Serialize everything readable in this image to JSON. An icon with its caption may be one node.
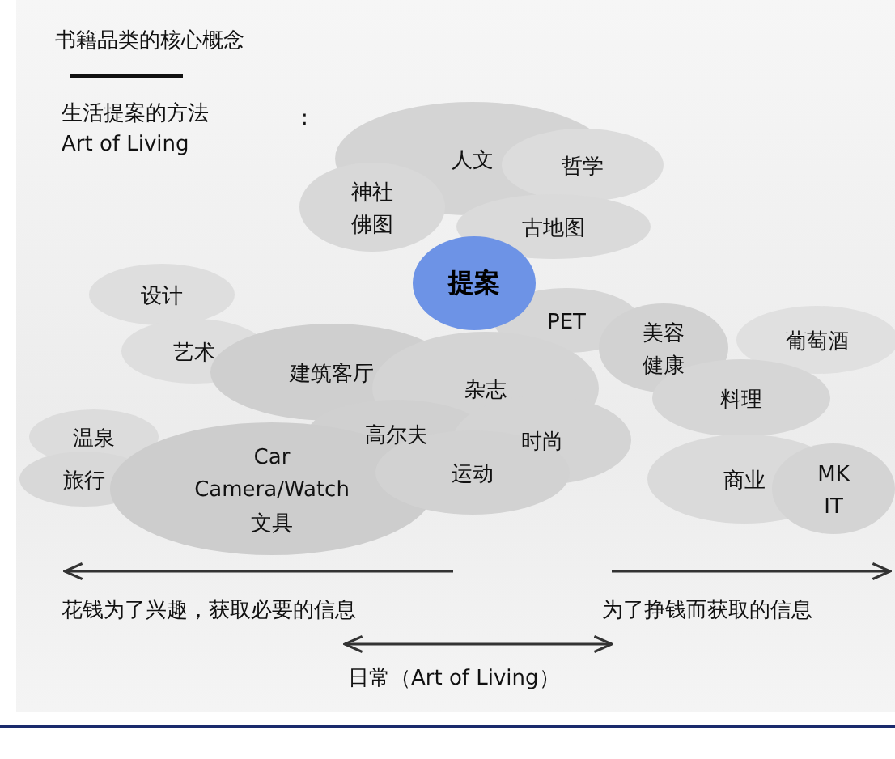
{
  "diagram": {
    "title": "书籍品类的核心概念",
    "nodes": [
      {
        "text": [
          "人文"
        ]
      },
      {
        "text": [
          "哲学"
        ]
      },
      {
        "text": [
          "神社佛图"
        ]
      },
      {
        "text": [
          "古地图"
        ]
      },
      {
        "text": [
          "提案"
        ]
      },
      {
        "text": [
          "设计"
        ]
      },
      {
        "text": [
          "PET"
        ]
      },
      {
        "text": [
          "美容健康"
        ]
      },
      {
        "text": [
          "葡萄酒"
        ]
      },
      {
        "text": [
          "艺术"
        ]
      },
      {
        "text": [
          "建筑客厅"
        ]
      },
      {
        "text": [
          "杂志"
        ]
      },
      {
        "text": [
          "料理"
        ]
      },
      {
        "text": [
          "温泉"
        ]
      },
      {
        "text": [
          "高尔夫"
        ]
      },
      {
        "text": [
          "时尚"
        ]
      },
      {
        "text": [
          "旅行"
        ]
      },
      {
        "text": [
          "Car Camera/Watch 文具"
        ]
      },
      {
        "text": [
          "运动"
        ]
      },
      {
        "text": [
          "商业"
        ]
      },
      {
        "text": [
          "MK IT"
        ]
      }
    ],
    "labels": [
      "生活提案的方法 Art of Living",
      ":",
      "花钱为了兴趣，获取必要的信息",
      "为了挣钱而获取的信息",
      "日常（Art of Living）"
    ]
  }
}
